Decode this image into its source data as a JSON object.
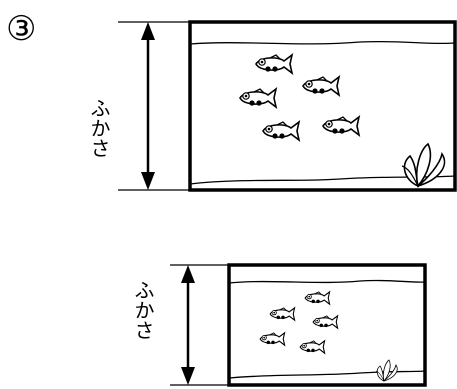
{
  "number_label": "③",
  "tanks": [
    {
      "depth_label": "ふかさ"
    },
    {
      "depth_label": "ふかさ"
    }
  ],
  "icons": {
    "fish": "fish-icon",
    "plant": "water-plant-icon",
    "arrow": "double-headed-arrow-icon"
  }
}
